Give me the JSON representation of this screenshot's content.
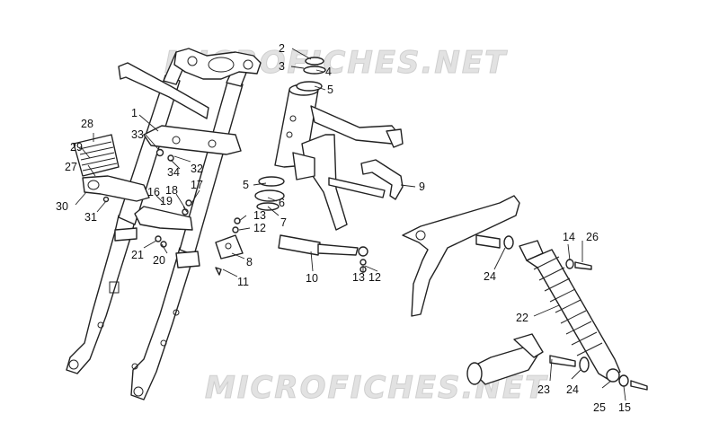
{
  "watermark": {
    "top": "MICROFICHES.NET",
    "bottom": "MICROFICHES.NET"
  },
  "callouts": [
    "1",
    "2",
    "3",
    "4",
    "5",
    "5",
    "6",
    "7",
    "8",
    "9",
    "10",
    "11",
    "12",
    "12",
    "13",
    "13",
    "14",
    "15",
    "16",
    "17",
    "18",
    "19",
    "20",
    "21",
    "22",
    "23",
    "24",
    "24",
    "25",
    "26",
    "27",
    "28",
    "29",
    "30",
    "31",
    "32",
    "33",
    "34"
  ]
}
